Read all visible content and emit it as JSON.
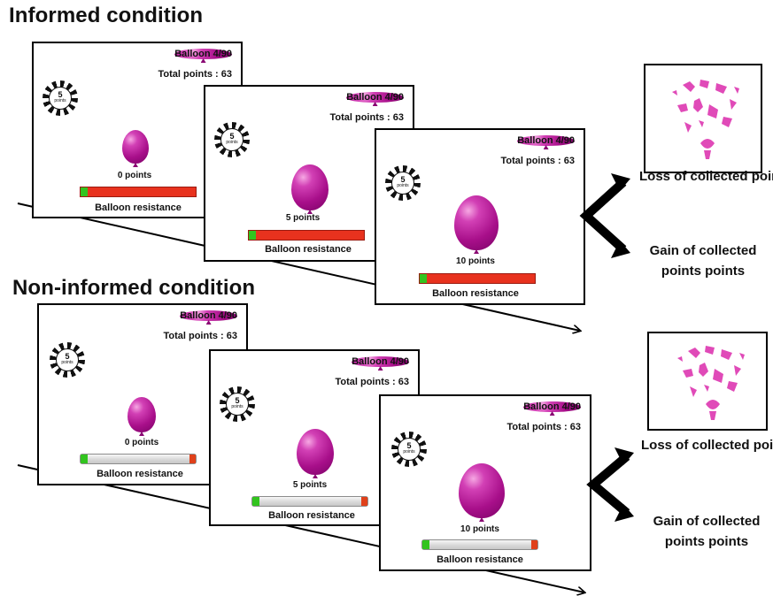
{
  "informed": {
    "title": "Informed condition",
    "screens": [
      {
        "balloon": "Balloon 4/90",
        "total": "Total  points : 63",
        "chip_value": "5",
        "chip_label": "points",
        "points": "0 points",
        "bar_label": "Balloon resistance"
      },
      {
        "balloon": "Balloon 4/90",
        "total": "Total points : 63",
        "chip_value": "5",
        "chip_label": "points",
        "points": "5 points",
        "bar_label": "Balloon resistance"
      },
      {
        "balloon": "Balloon 4/90",
        "total": "Total points : 63",
        "chip_value": "5",
        "chip_label": "points",
        "points": "10 points",
        "bar_label": "Balloon resistance"
      }
    ],
    "loss": "Loss of collected points",
    "gain": "Gain of collected points points"
  },
  "noninformed": {
    "title": "Non-informed condition",
    "screens": [
      {
        "balloon": "Balloon 4/90",
        "total": "Total points : 63",
        "chip_value": "5",
        "chip_label": "points",
        "points": "0 points",
        "bar_label": "Balloon resistance"
      },
      {
        "balloon": "Balloon 4/90",
        "total": "Total points : 63",
        "chip_value": "5",
        "chip_label": "points",
        "points": "5 points",
        "bar_label": "Balloon resistance"
      },
      {
        "balloon": "Balloon 4/90",
        "total": "Total points : 63",
        "chip_value": "5",
        "chip_label": "points",
        "points": "10 points",
        "bar_label": "Balloon resistance"
      }
    ],
    "loss": "Loss of collected points",
    "gain": "Gain of collected points points"
  },
  "colors": {
    "balloon": "#c0239f",
    "bar_informed": "#e8321e",
    "bar_noninformed": "#d9d9d9",
    "bar_green": "#32c41f",
    "confetti": "#e04ab8"
  }
}
